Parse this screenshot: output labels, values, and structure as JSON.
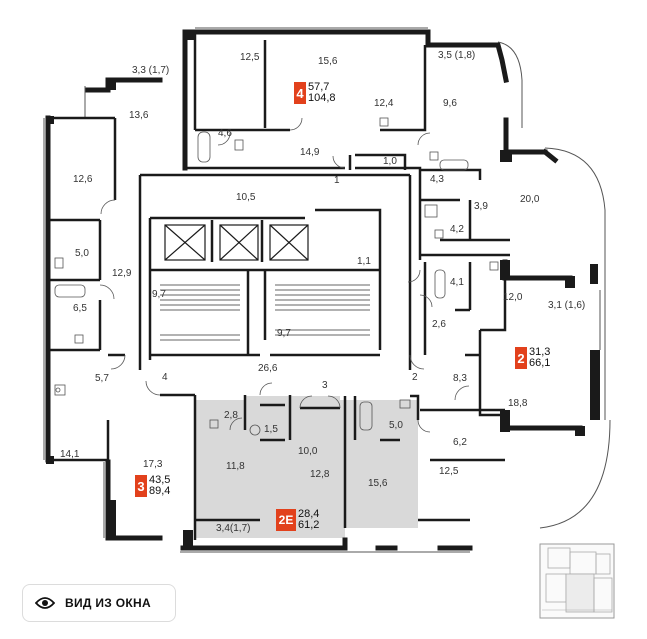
{
  "rooms": {
    "r12_5_top": "12,5",
    "r15_6_top": "15,6",
    "r3_5": "3,5 (1,8)",
    "r3_3": "3,3 (1,7)",
    "r13_6": "13,6",
    "r12_4": "12,4",
    "r9_6": "9,6",
    "r4_6": "4,6",
    "r14_9": "14,9",
    "r1_0": "1,0",
    "r4_3": "4,3",
    "r12_6": "12,6",
    "r1": "1",
    "r10_5": "10,5",
    "r20_0": "20,0",
    "r3_9": "3,9",
    "r4_2": "4,2",
    "r5_0_left": "5,0",
    "r12_9": "12,9",
    "r1_1": "1,1",
    "r4_1": "4,1",
    "r12_0": "12,0",
    "r3_1": "3,1 (1,6)",
    "r6_5": "6,5",
    "r9_7_a": "9,7",
    "r2_6": "2,6",
    "r9_7_b": "9,7",
    "r5_7": "5,7",
    "r4": "4",
    "r26_6": "26,6",
    "r2": "2",
    "r8_3": "8,3",
    "r3": "3",
    "r18_8": "18,8",
    "r2_8": "2,8",
    "r1_5": "1,5",
    "r5_0_mid": "5,0",
    "r10_0": "10,0",
    "r6_2": "6,2",
    "r14_1": "14,1",
    "r17_3": "17,3",
    "r11_8": "11,8",
    "r12_8": "12,8",
    "r15_6_low": "15,6",
    "r12_5_low": "12,5",
    "r3_4": "3,4(1,7)"
  },
  "apartments": [
    {
      "num": "4",
      "living": "57,7",
      "total": "104,8"
    },
    {
      "num": "2",
      "living": "31,3",
      "total": "66,1"
    },
    {
      "num": "3",
      "living": "43,5",
      "total": "89,4"
    },
    {
      "num": "2E",
      "living": "28,4",
      "total": "61,2"
    }
  ],
  "view_button": {
    "label": "ВИД ИЗ ОКНА",
    "icon": "eye-icon"
  },
  "colors": {
    "accent": "#e2411c",
    "highlight": "#d9d9d9",
    "wall": "#1a1a1a"
  }
}
